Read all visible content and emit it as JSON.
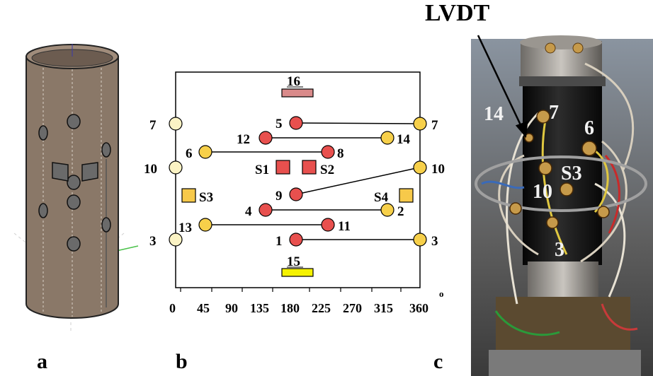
{
  "panel_labels": {
    "a": "a",
    "b": "b",
    "c": "c"
  },
  "colors": {
    "tube": "#8a7868",
    "sensor_red": "#e8504e",
    "sensor_yellow": "#f7d04a",
    "sensor_pale": "#fbf3c4",
    "strain_gauge": "#f7c94a",
    "strip_16": "#d98a8a",
    "strip_15": "#f5f200"
  },
  "schematic": {
    "left_numbers": [
      "7",
      "10",
      "3"
    ],
    "right_numbers": [
      "7",
      "10",
      "3"
    ],
    "sensors": [
      {
        "id": "5",
        "color": "red",
        "angle": 180,
        "row": 1
      },
      {
        "id": "14",
        "color": "yellow",
        "angle": 330,
        "row": 2
      },
      {
        "id": "12",
        "color": "red",
        "angle": 135,
        "row": 2
      },
      {
        "id": "6",
        "color": "yellow",
        "angle": 45,
        "row": 3
      },
      {
        "id": "8",
        "color": "red",
        "angle": 225,
        "row": 3
      },
      {
        "id": "9",
        "color": "red",
        "angle": 180,
        "row": 5
      },
      {
        "id": "4",
        "color": "red",
        "angle": 135,
        "row": 6
      },
      {
        "id": "2",
        "color": "yellow",
        "angle": 315,
        "row": 6
      },
      {
        "id": "13",
        "color": "yellow",
        "angle": 45,
        "row": 7
      },
      {
        "id": "11",
        "color": "red",
        "angle": 225,
        "row": 7
      },
      {
        "id": "1",
        "color": "red",
        "angle": 180,
        "row": 8
      }
    ],
    "strain_gauges": [
      "S1",
      "S2",
      "S3",
      "S4"
    ],
    "strips": [
      "16",
      "15"
    ],
    "x_ticks": [
      "0",
      "45",
      "90",
      "135",
      "180",
      "225",
      "270",
      "315",
      "360"
    ],
    "degree_mark": "o"
  },
  "photo": {
    "lvdt_label": "LVDT",
    "labels": [
      "14",
      "7",
      "6",
      "S3",
      "10",
      "3"
    ]
  }
}
